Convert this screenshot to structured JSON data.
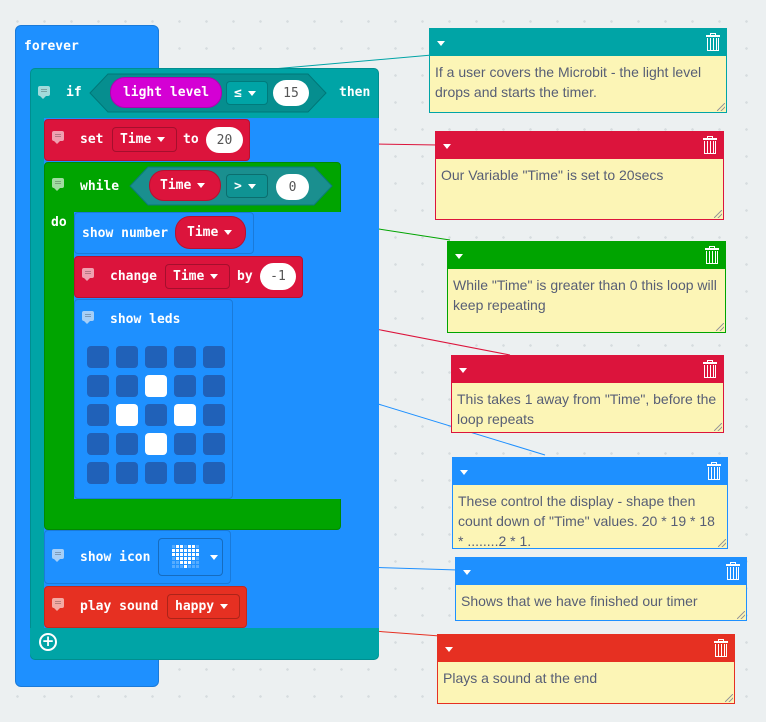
{
  "blocks": {
    "forever": {
      "label": "forever",
      "color": "#1e90ff"
    },
    "if": {
      "label_if": "if",
      "label_then": "then",
      "color": "#00a4a6",
      "sensor": "light level",
      "sensor_color": "#d400d4",
      "operator": "≤",
      "value": "15"
    },
    "set": {
      "label_set": "set",
      "variable": "Time",
      "label_to": "to",
      "value": "20",
      "color": "#dc143c"
    },
    "while": {
      "label_while": "while",
      "label_do": "do",
      "variable": "Time",
      "operator": ">",
      "value": "0",
      "color": "#00a400"
    },
    "show_number": {
      "label": "show number",
      "variable": "Time",
      "color": "#1e90ff"
    },
    "change": {
      "label_change": "change",
      "variable": "Time",
      "label_by": "by",
      "value": "-1",
      "color": "#dc143c"
    },
    "show_leds": {
      "label": "show leds",
      "color": "#1e90ff",
      "grid": [
        [
          0,
          0,
          0,
          0,
          0
        ],
        [
          0,
          0,
          1,
          0,
          0
        ],
        [
          0,
          1,
          0,
          1,
          0
        ],
        [
          0,
          0,
          1,
          0,
          0
        ],
        [
          0,
          0,
          0,
          0,
          0
        ]
      ]
    },
    "show_icon": {
      "label": "show icon",
      "icon": "heart-icon",
      "color": "#1e90ff"
    },
    "play_sound": {
      "label": "play sound",
      "sound": "happy",
      "color": "#e63022"
    }
  },
  "comments": [
    {
      "color": "#00a4a6",
      "text": "If a user covers the Microbit - the light level drops and starts the timer."
    },
    {
      "color": "#dc143c",
      "text": "Our Variable \"Time\" is set to 20secs"
    },
    {
      "color": "#00a400",
      "text": "While \"Time\" is greater than 0 this loop will keep repeating"
    },
    {
      "color": "#dc143c",
      "text": "This takes 1 away from \"Time\", before the loop repeats"
    },
    {
      "color": "#1e90ff",
      "text": "These control the display - shape then count down of \"Time\" values.   20 * 19 * 18 * ........2 * 1."
    },
    {
      "color": "#1e90ff",
      "text": "Shows that we have finished our timer"
    },
    {
      "color": "#e63022",
      "text": "Plays a sound at the end"
    }
  ]
}
